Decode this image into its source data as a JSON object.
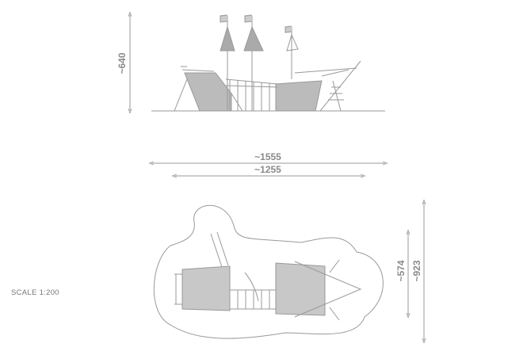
{
  "drawing": {
    "side_view": {
      "height_label": "~640"
    },
    "dimensions": {
      "overall_length": "~1555",
      "equipment_length": "~1255"
    },
    "top_view": {
      "equipment_width": "~574",
      "safety_area_width": "~923"
    },
    "scale_label": "SCALE 1:200"
  },
  "colors": {
    "line": "#9a9a9a",
    "dark": "#8a8a8a"
  }
}
